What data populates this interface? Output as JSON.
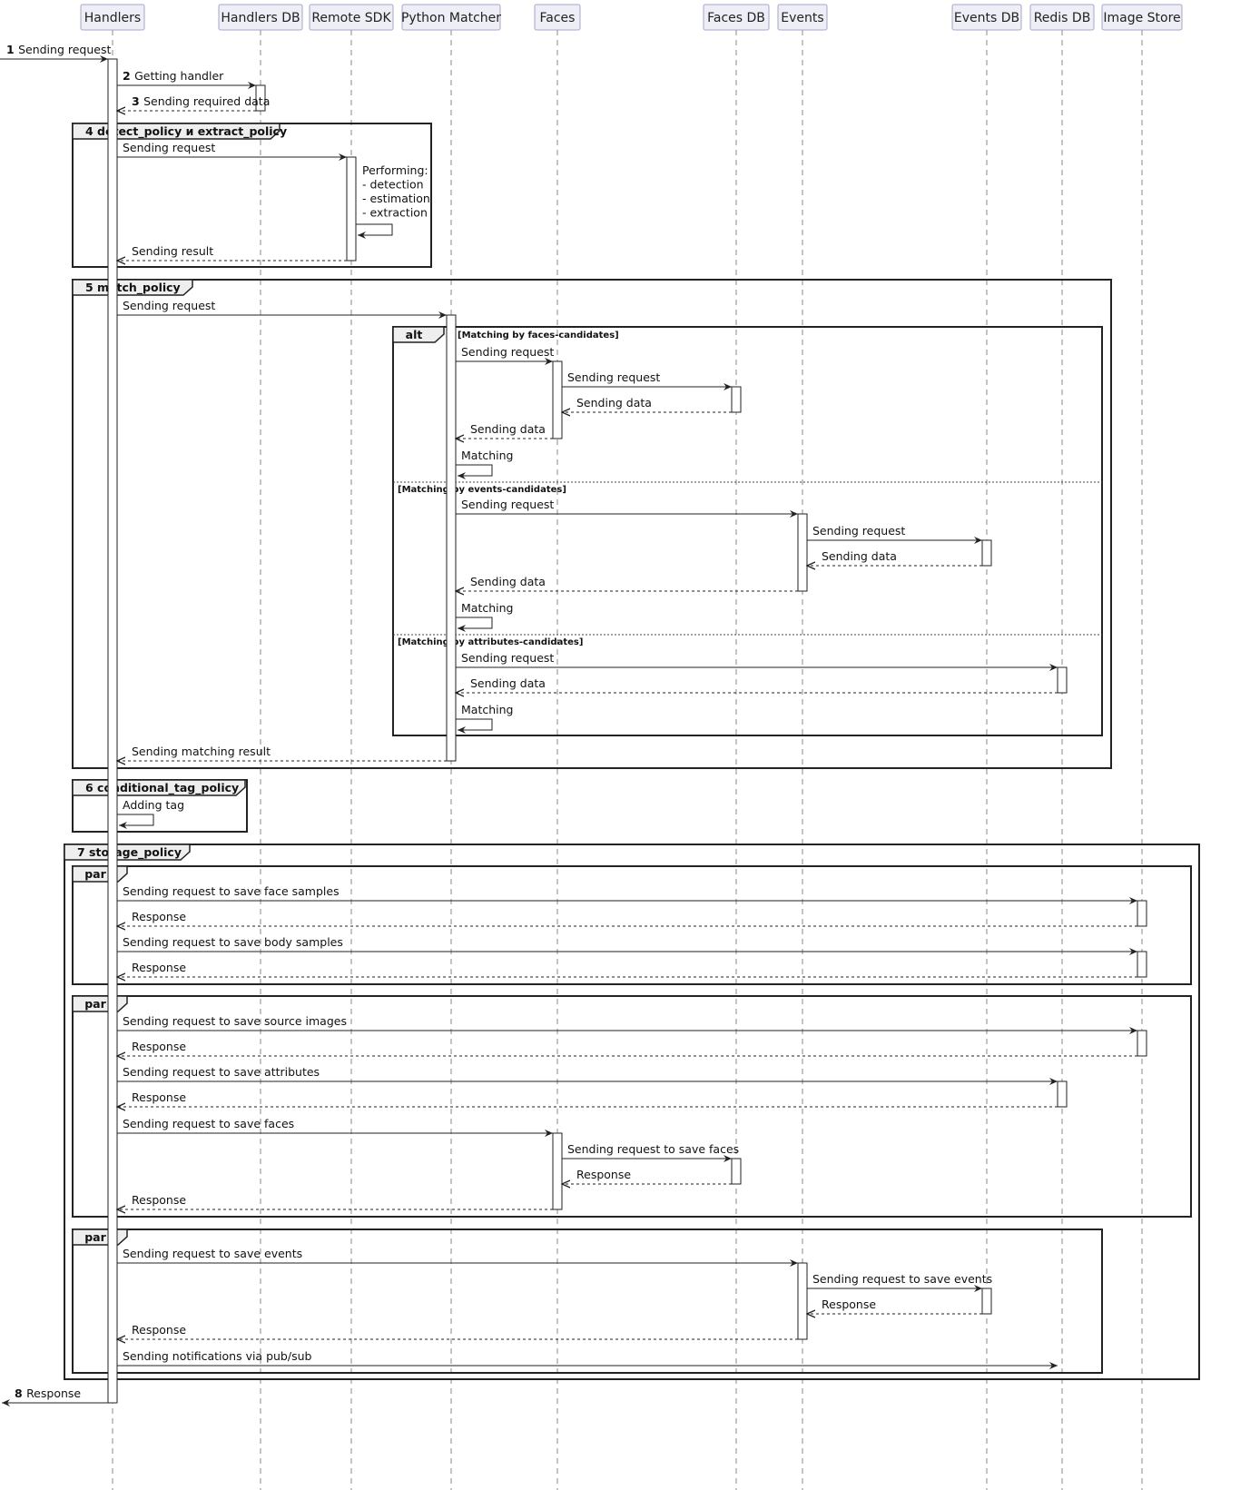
{
  "participants": [
    {
      "id": "handlers",
      "label": "Handlers"
    },
    {
      "id": "handlers_db",
      "label": "Handlers DB"
    },
    {
      "id": "remote_sdk",
      "label": "Remote SDK"
    },
    {
      "id": "python_matcher",
      "label": "Python Matcher"
    },
    {
      "id": "faces",
      "label": "Faces"
    },
    {
      "id": "faces_db",
      "label": "Faces DB"
    },
    {
      "id": "events",
      "label": "Events"
    },
    {
      "id": "events_db",
      "label": "Events DB"
    },
    {
      "id": "redis_db",
      "label": "Redis DB"
    },
    {
      "id": "image_store",
      "label": "Image Store"
    }
  ],
  "messages": [
    {
      "num": "1",
      "text": "Sending request",
      "from": "external",
      "to": "handlers",
      "style": "solid"
    },
    {
      "num": "2",
      "text": "Getting handler",
      "from": "handlers",
      "to": "handlers_db",
      "style": "solid"
    },
    {
      "num": "3",
      "text": "Sending required data",
      "from": "handlers_db",
      "to": "handlers",
      "style": "dashed"
    },
    {
      "text": "Sending request",
      "from": "handlers",
      "to": "remote_sdk",
      "style": "solid"
    },
    {
      "text": "Performing:\n- detection\n- estimation\n- extraction",
      "from": "remote_sdk",
      "to": "remote_sdk",
      "style": "self"
    },
    {
      "text": "Sending result",
      "from": "remote_sdk",
      "to": "handlers",
      "style": "dashed"
    },
    {
      "text": "Sending request",
      "from": "handlers",
      "to": "python_matcher",
      "style": "solid"
    },
    {
      "text": "Sending request",
      "from": "python_matcher",
      "to": "faces",
      "style": "solid"
    },
    {
      "text": "Sending request",
      "from": "faces",
      "to": "faces_db",
      "style": "solid"
    },
    {
      "text": "Sending data",
      "from": "faces_db",
      "to": "faces",
      "style": "dashed"
    },
    {
      "text": "Sending data",
      "from": "faces",
      "to": "python_matcher",
      "style": "dashed"
    },
    {
      "text": "Matching",
      "from": "python_matcher",
      "to": "python_matcher",
      "style": "self"
    },
    {
      "text": "Sending request",
      "from": "python_matcher",
      "to": "events",
      "style": "solid"
    },
    {
      "text": "Sending request",
      "from": "events",
      "to": "events_db",
      "style": "solid"
    },
    {
      "text": "Sending data",
      "from": "events_db",
      "to": "events",
      "style": "dashed"
    },
    {
      "text": "Sending data",
      "from": "events",
      "to": "python_matcher",
      "style": "dashed"
    },
    {
      "text": "Matching",
      "from": "python_matcher",
      "to": "python_matcher",
      "style": "self"
    },
    {
      "text": "Sending request",
      "from": "python_matcher",
      "to": "redis_db",
      "style": "solid"
    },
    {
      "text": "Sending data",
      "from": "redis_db",
      "to": "python_matcher",
      "style": "dashed"
    },
    {
      "text": "Matching",
      "from": "python_matcher",
      "to": "python_matcher",
      "style": "self"
    },
    {
      "text": "Sending matching result",
      "from": "python_matcher",
      "to": "handlers",
      "style": "dashed"
    },
    {
      "text": "Adding tag",
      "from": "handlers",
      "to": "handlers",
      "style": "self"
    },
    {
      "text": "Sending request to save face samples",
      "from": "handlers",
      "to": "image_store",
      "style": "solid"
    },
    {
      "text": "Response",
      "from": "image_store",
      "to": "handlers",
      "style": "dashed"
    },
    {
      "text": "Sending request to save body samples",
      "from": "handlers",
      "to": "image_store",
      "style": "solid"
    },
    {
      "text": "Response",
      "from": "image_store",
      "to": "handlers",
      "style": "dashed"
    },
    {
      "text": "Sending request to save source images",
      "from": "handlers",
      "to": "image_store",
      "style": "solid"
    },
    {
      "text": "Response",
      "from": "image_store",
      "to": "handlers",
      "style": "dashed"
    },
    {
      "text": "Sending request to save attributes",
      "from": "handlers",
      "to": "redis_db",
      "style": "solid"
    },
    {
      "text": "Response",
      "from": "redis_db",
      "to": "handlers",
      "style": "dashed"
    },
    {
      "text": "Sending request to save faces",
      "from": "handlers",
      "to": "faces",
      "style": "solid"
    },
    {
      "text": "Sending request to save faces",
      "from": "faces",
      "to": "faces_db",
      "style": "solid"
    },
    {
      "text": "Response",
      "from": "faces_db",
      "to": "faces",
      "style": "dashed"
    },
    {
      "text": "Response",
      "from": "faces",
      "to": "handlers",
      "style": "dashed"
    },
    {
      "text": "Sending request to save events",
      "from": "handlers",
      "to": "events",
      "style": "solid"
    },
    {
      "text": "Sending request to save events",
      "from": "events",
      "to": "events_db",
      "style": "solid"
    },
    {
      "text": "Response",
      "from": "events_db",
      "to": "events",
      "style": "dashed"
    },
    {
      "text": "Response",
      "from": "events",
      "to": "handlers",
      "style": "dashed"
    },
    {
      "text": "Sending notifications via pub/sub",
      "from": "handlers",
      "to": "redis_db",
      "style": "solid"
    },
    {
      "num": "8",
      "text": "Response",
      "from": "handlers",
      "to": "external",
      "style": "solid"
    }
  ],
  "fragments": [
    {
      "label": "4 detect_policy и extract_policy"
    },
    {
      "label": "5 match_policy"
    },
    {
      "label": "alt",
      "guards": [
        "[Matching by faces-candidates]",
        "[Matching by events-candidates]",
        "[Matching by attributes-candidates]"
      ]
    },
    {
      "label": "6 conditional_tag_policy"
    },
    {
      "label": "7 storage_policy"
    },
    {
      "label": "par"
    },
    {
      "label": "par"
    },
    {
      "label": "par"
    }
  ]
}
